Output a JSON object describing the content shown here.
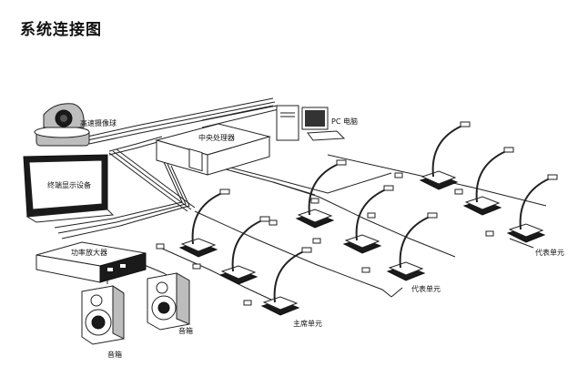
{
  "diagram": {
    "title": "系统连接图",
    "labels": {
      "camera": "高速摄像球",
      "pc": "PC  电脑",
      "processor": "中央处理器",
      "display": "终端显示设备",
      "amplifier": "功率放大器",
      "speaker_left": "音箱",
      "speaker_right": "音箱",
      "chairman": "主席单元",
      "delegate_middle": "代表单元",
      "delegate_right": "代表单元"
    },
    "colors": {
      "line": "#222222",
      "background": "#ffffff"
    }
  }
}
